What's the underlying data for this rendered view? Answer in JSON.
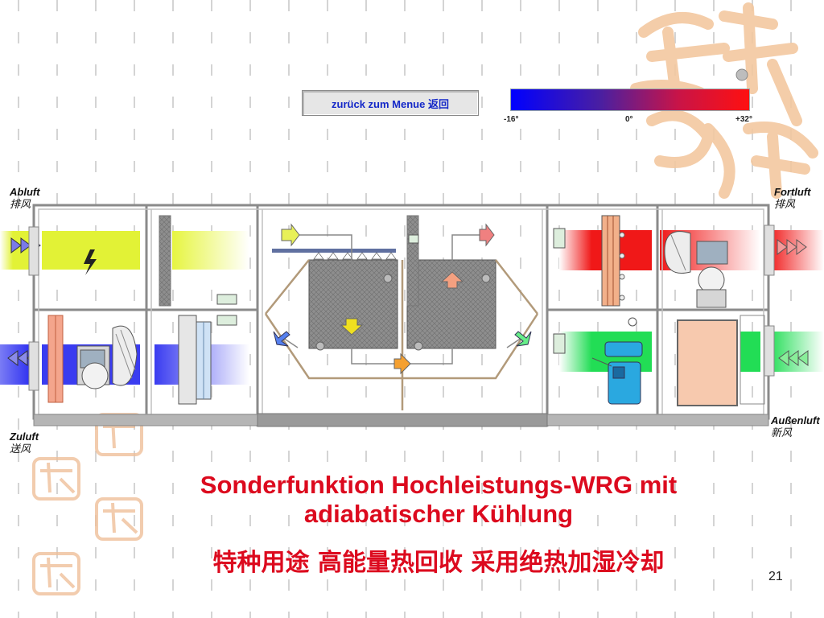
{
  "menu_button": {
    "label": "zurück zum Menue 返回"
  },
  "temperature_scale": {
    "min_label": "-16°",
    "mid_label": "0°",
    "max_label": "+32°",
    "colors": [
      "#0000ff",
      "#ff1010"
    ]
  },
  "labels": {
    "abluft": "Abluft",
    "abluft_cn": "排风",
    "fortluft": "Fortluft",
    "fortluft_cn": "排风",
    "zuluft": "Zuluft",
    "zuluft_cn": "送风",
    "aussenluft": "Außenluft",
    "aussenluft_cn": "新风"
  },
  "title": {
    "line1": "Sonderfunktion Hochleistungs-WRG mit",
    "line2": "adiabatischer Kühlung",
    "chinese": "特种用途 高能量热回收 采用绝热加湿冷却"
  },
  "page_number": "21",
  "colors": {
    "exhaust": "#e2f236",
    "supply_blue": "#3a3cf0",
    "outdoor_green": "#22dd55",
    "exhaust_red": "#f01818",
    "title_red": "#dc0a1e",
    "button_text": "#1428c8"
  }
}
